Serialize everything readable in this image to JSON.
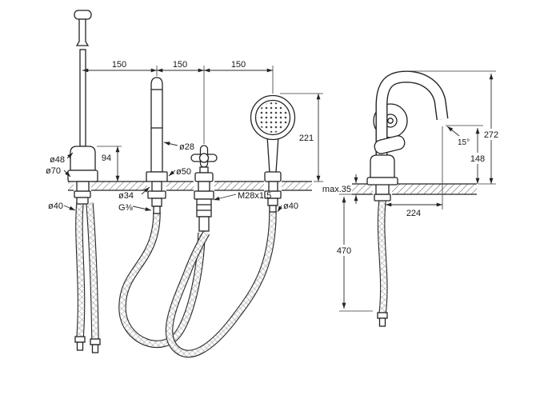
{
  "drawing": {
    "front": {
      "spacing_1": "150",
      "spacing_2": "150",
      "spacing_3": "150",
      "handle_top_diameter": "ø48",
      "handle_base_diameter": "ø70",
      "handle_height": "94",
      "spout_diameter": "ø28",
      "spout_base_diameter": "ø50",
      "hole_diameter": "ø34",
      "supply_thread": "G⅜",
      "hose_diameter_left": "ø40",
      "shower_thread": "M28x1.5",
      "hose_diameter_right": "ø40",
      "shower_height": "221"
    },
    "side": {
      "total_height": "272",
      "outlet_height": "148",
      "spout_angle": "15°",
      "deck_thickness": "max.35",
      "spout_reach": "224",
      "hose_drop": "470"
    },
    "colors": {
      "line": "#232323",
      "background": "#ffffff"
    }
  }
}
